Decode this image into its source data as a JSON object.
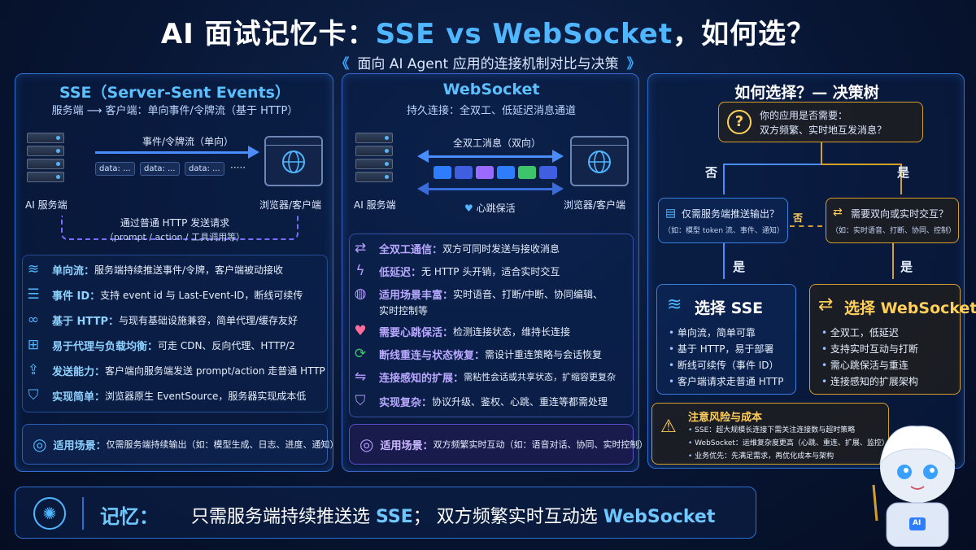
{
  "title": {
    "prefix": "AI 面试记忆卡：",
    "highlight": "SSE vs WebSocket",
    "suffix": "，如何选？"
  },
  "subtitle": "面向 AI Agent 应用的连接机制对比与决策",
  "sse": {
    "title": "SSE（Server-Sent Events）",
    "subtitle": "服务端 ⟶ 客户端：单向事件/令牌流（基于 HTTP）",
    "stream_label": "事件/令牌流（单向）",
    "chips": [
      "data: ...",
      "data: ...",
      "data: ...",
      "·····"
    ],
    "server_label": "AI 服务端",
    "client_label": "浏览器/客户端",
    "request_label": "通过普通 HTTP 发送请求",
    "request_sub": "（prompt / action / 工具调用等）",
    "features": [
      {
        "icon": "wifi-icon",
        "glyph": "≋",
        "key": "单向流：",
        "value": "服务端持续推送事件/令牌，客户端被动接收"
      },
      {
        "icon": "list-icon",
        "glyph": "☰",
        "key": "事件 ID：",
        "value": "支持 event id 与 Last-Event-ID，断线可续传"
      },
      {
        "icon": "link-icon",
        "glyph": "∞",
        "key": "基于 HTTP：",
        "value": "与现有基础设施兼容，简单代理/缓存友好"
      },
      {
        "icon": "network-icon",
        "glyph": "⊞",
        "key": "易于代理与负载均衡：",
        "value": "可走 CDN、反向代理、HTTP/2"
      },
      {
        "icon": "upload-icon",
        "glyph": "⇪",
        "key": "发送能力：",
        "value": "客户端向服务端发送 prompt/action 走普通 HTTP"
      },
      {
        "icon": "shield-icon",
        "glyph": "⛉",
        "key": "实现简单：",
        "value": "浏览器原生 EventSource，服务器实现成本低"
      }
    ],
    "use_key": "适用场景：",
    "use_value": "仅需服务端持续输出（如：模型生成、日志、进度、通知）"
  },
  "ws": {
    "title": "WebSocket",
    "subtitle": "持久连接：全双工、低延迟消息通道",
    "duplex_label": "全双工消息（双向）",
    "heartbeat_label": "心跳保活",
    "server_label": "AI 服务端",
    "client_label": "浏览器/客户端",
    "msg_colors": [
      "#2f7dff",
      "#3f5fe0",
      "#9b6bff",
      "#2f7dff",
      "#3ec46a",
      "#3f5fe0"
    ],
    "features": [
      {
        "icon": "swap-icon",
        "glyph": "⇄",
        "key": "全双工通信：",
        "value": "双方可同时发送与接收消息"
      },
      {
        "icon": "bolt-icon",
        "glyph": "ϟ",
        "key": "低延迟：",
        "value": "无 HTTP 头开销，适合实时交互"
      },
      {
        "icon": "mic-icon",
        "glyph": "🎙",
        "key": "适用场景丰富：",
        "value": "实时语音、打断/中断、协同编辑、",
        "value2": "实时控制等"
      },
      {
        "icon": "heartbeat-icon",
        "glyph": "♥",
        "key": "需要心跳保活：",
        "value": "检测连接状态，维持长连接"
      },
      {
        "icon": "reconnect-icon",
        "glyph": "⟳",
        "key": "断线重连与状态恢复：",
        "value": "需设计重连策略与会话恢复"
      },
      {
        "icon": "scale-icon",
        "glyph": "⇋",
        "key": "连接感知的扩展：",
        "value": "需粘性会话或共享状态，扩缩容更复杂"
      },
      {
        "icon": "shield-check-icon",
        "glyph": "⛉",
        "key": "实现复杂：",
        "value": "协议升级、鉴权、心跳、重连等都需处理"
      }
    ],
    "use_key": "适用场景：",
    "use_value": "双方频繁实时互动（如：语音对话、协同、实时控制）"
  },
  "decision": {
    "title": "如何选择？— 决策树",
    "question": "你的应用是否需要：",
    "question2": "双方频繁、实时地互发消息？",
    "no": "否",
    "yes": "是",
    "left_q": "仅需服务端推送输出？",
    "left_hint": "（如：模型 token 流、事件、通知）",
    "right_q": "需要双向或实时交互？",
    "right_hint": "（如：实时语音、打断、协同、控制）",
    "middle_no": "否",
    "left_yes": "是",
    "right_yes": "是",
    "sse_choice": "选择 SSE",
    "sse_points": [
      "单向流，简单可靠",
      "基于 HTTP，易于部署",
      "断线可续传（事件 ID）",
      "客户端请求走普通 HTTP"
    ],
    "ws_choice": "选择 WebSocket",
    "ws_points": [
      "全双工，低延迟",
      "支持实时互动与打断",
      "需心跳保活与重连",
      "连接感知的扩展架构"
    ],
    "risk_title": "注意风险与成本",
    "risks": [
      "SSE：超大规模长连接下需关注连接数与超时策略",
      "WebSocket：运维复杂度更高（心跳、重连、扩展、监控）",
      "业务优先：先满足需求，再优化成本与架构"
    ]
  },
  "memory": {
    "key": "记忆：",
    "part1": "只需服务端持续推送选 ",
    "sse": "SSE",
    "part2": "；  双方频繁实时互动选 ",
    "ws": "WebSocket"
  },
  "mascot_badge": "AI"
}
